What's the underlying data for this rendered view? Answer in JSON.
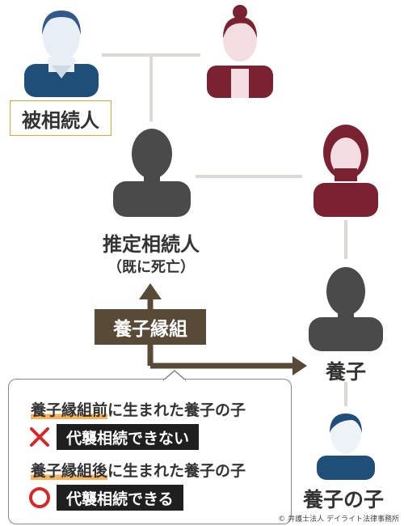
{
  "people": {
    "decedent_label": "被相続人",
    "presumed_heir_label": "推定相続人",
    "presumed_heir_note": "（既に死亡）",
    "adopted_child_label": "養子",
    "adoptees_child_label": "養子の子"
  },
  "adoption_tag": "養子縁組",
  "callout": {
    "row1_underlined": "養子縁組前",
    "row1_rest": "に生まれた養子の子",
    "row2_mark": "cross-mark",
    "row2_label": "代襲相続できない",
    "row3_underlined": "養子縁組後",
    "row3_rest": "に生まれた養子の子",
    "row4_mark": "circle-mark",
    "row4_label": "代襲相続できる"
  },
  "credit": "© 弁護士法人 デイライト法律事務所",
  "colors": {
    "male_blue": "#1f4e79",
    "female_maroon": "#7b2232",
    "silhouette_gray": "#4a4a4a",
    "adoption_brown": "#594a37",
    "highlight_orange": "#f6b25c",
    "cross_red": "#d62828"
  }
}
